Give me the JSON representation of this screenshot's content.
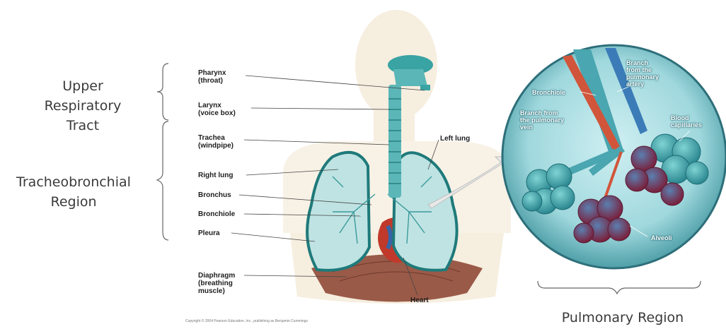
{
  "regions": {
    "upper": "Upper\nRespiratory\nTract",
    "tracheobronchial": "Tracheobronchial\nRegion",
    "pulmonary": "Pulmonary Region"
  },
  "parts": {
    "pharynx": "Pharynx\n(throat)",
    "larynx": "Larynx\n(voice box)",
    "trachea": "Trachea\n(windpipe)",
    "right_lung": "Right lung",
    "bronchus": "Bronchus",
    "bronchiole": "Bronchiole",
    "pleura": "Pleura",
    "diaphragm": "Diaphragm\n(breathing\nmuscle)",
    "left_lung": "Left lung",
    "heart": "Heart"
  },
  "inset": {
    "branch_artery": "Branch\nfrom the\npulmonary\nartery",
    "bronchiole": "Bronchiole",
    "branch_vein": "Branch from\nthe pulmonary\nvein",
    "blood_capillaries": "Blood\ncapillaries",
    "alveoli": "Alveoli"
  },
  "copyright": "Copyright © 2004 Pearson Education, Inc., publishing as Benjamin Cummings"
}
